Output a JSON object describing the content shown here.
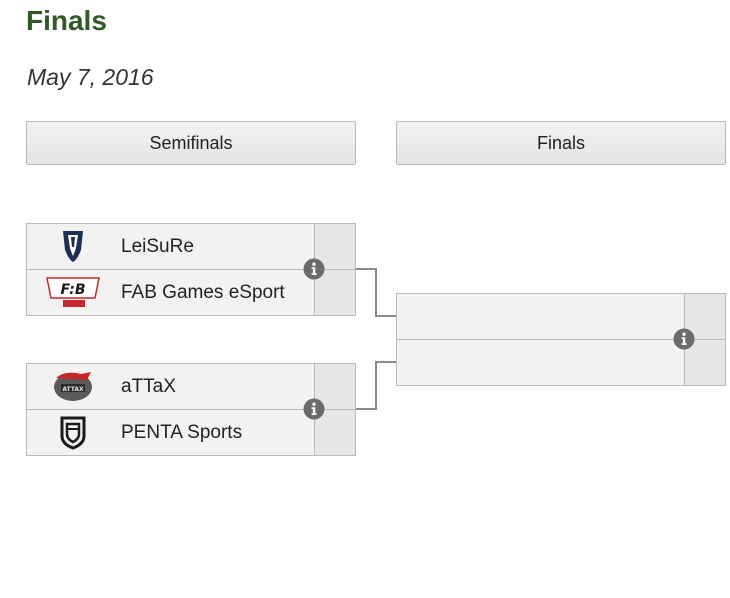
{
  "header": {
    "title": "Finals",
    "date": "May 7, 2016"
  },
  "rounds": [
    {
      "label": "Semifinals"
    },
    {
      "label": "Finals"
    }
  ],
  "semifinals": [
    {
      "team1": {
        "name": "LeiSuRe",
        "logo": "leisure-logo"
      },
      "team2": {
        "name": "FAB Games eSport",
        "logo": "fab-games-logo"
      }
    },
    {
      "team1": {
        "name": "aTTaX",
        "logo": "attax-logo"
      },
      "team2": {
        "name": "PENTA Sports",
        "logo": "penta-logo"
      }
    }
  ],
  "finals": {
    "team1": {
      "name": ""
    },
    "team2": {
      "name": ""
    }
  },
  "icons": {
    "info": "info-icon"
  },
  "colors": {
    "title": "#2f5a25",
    "connector": "#8a8a8a",
    "info_icon_bg": "#6b6b6b",
    "row_bg": "#f2f2f2",
    "score_bg": "#e6e6e6",
    "border": "#b9b9b9"
  }
}
